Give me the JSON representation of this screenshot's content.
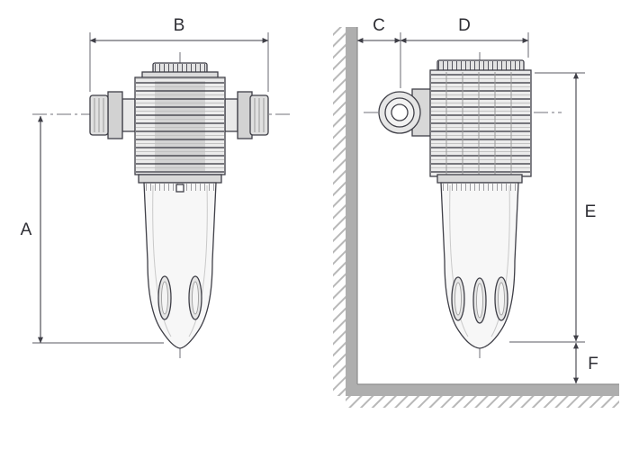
{
  "labels": {
    "a": "A",
    "b": "B",
    "c": "C",
    "d": "D",
    "e": "E",
    "f": "F"
  },
  "colors": {
    "line": "#3f3f47",
    "wall": "#aeaeae",
    "hatch": "#b8b8b8",
    "background": "#ffffff"
  }
}
